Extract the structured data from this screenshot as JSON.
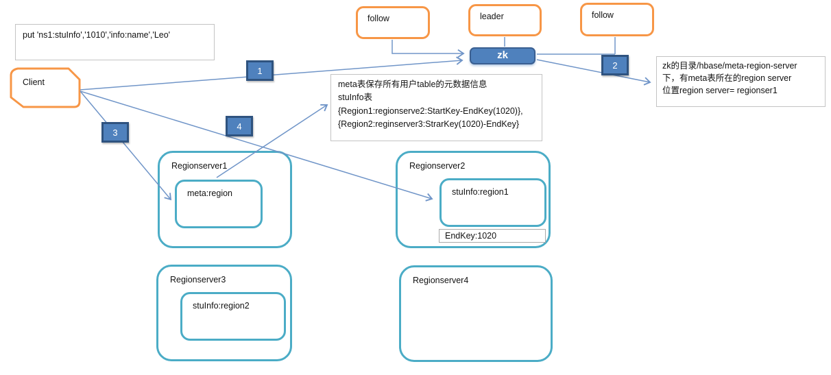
{
  "colors": {
    "orange": "#F79646",
    "teal": "#4BACC6",
    "node_blue": "#4F81BD",
    "line_blue": "#7095C8"
  },
  "command_box": {
    "text": "put 'ns1:stuInfo','1010','info:name','Leo'"
  },
  "client": {
    "label": "Client"
  },
  "zookeeper": {
    "followers": [
      "follow",
      "follow"
    ],
    "leader": "leader",
    "zk_label": "zk"
  },
  "steps": {
    "s1": "1",
    "s2": "2",
    "s3": "3",
    "s4": "4"
  },
  "notes": {
    "meta_note": {
      "lines": [
        "meta表保存所有用户table的元数据信息",
        "stuInfo表",
        "{Region1:regionserve2:StartKey-EndKey(1020)},",
        "{Region2:reginserver3:StrarKey(1020)-EndKey}"
      ]
    },
    "zk_note": {
      "lines": [
        "zk的目录/hbase/meta-region-server",
        "下，有meta表所在的region server",
        "位置region server= regionser1"
      ]
    }
  },
  "regionservers": {
    "rs1": {
      "label": "Regionserver1",
      "region": "meta:region"
    },
    "rs2": {
      "label": "Regionserver2",
      "region": "stuInfo:region1",
      "endkey": "EndKey:1020"
    },
    "rs3": {
      "label": "Regionserver3",
      "region": "stuInfo:region2"
    },
    "rs4": {
      "label": "Regionserver4"
    }
  }
}
